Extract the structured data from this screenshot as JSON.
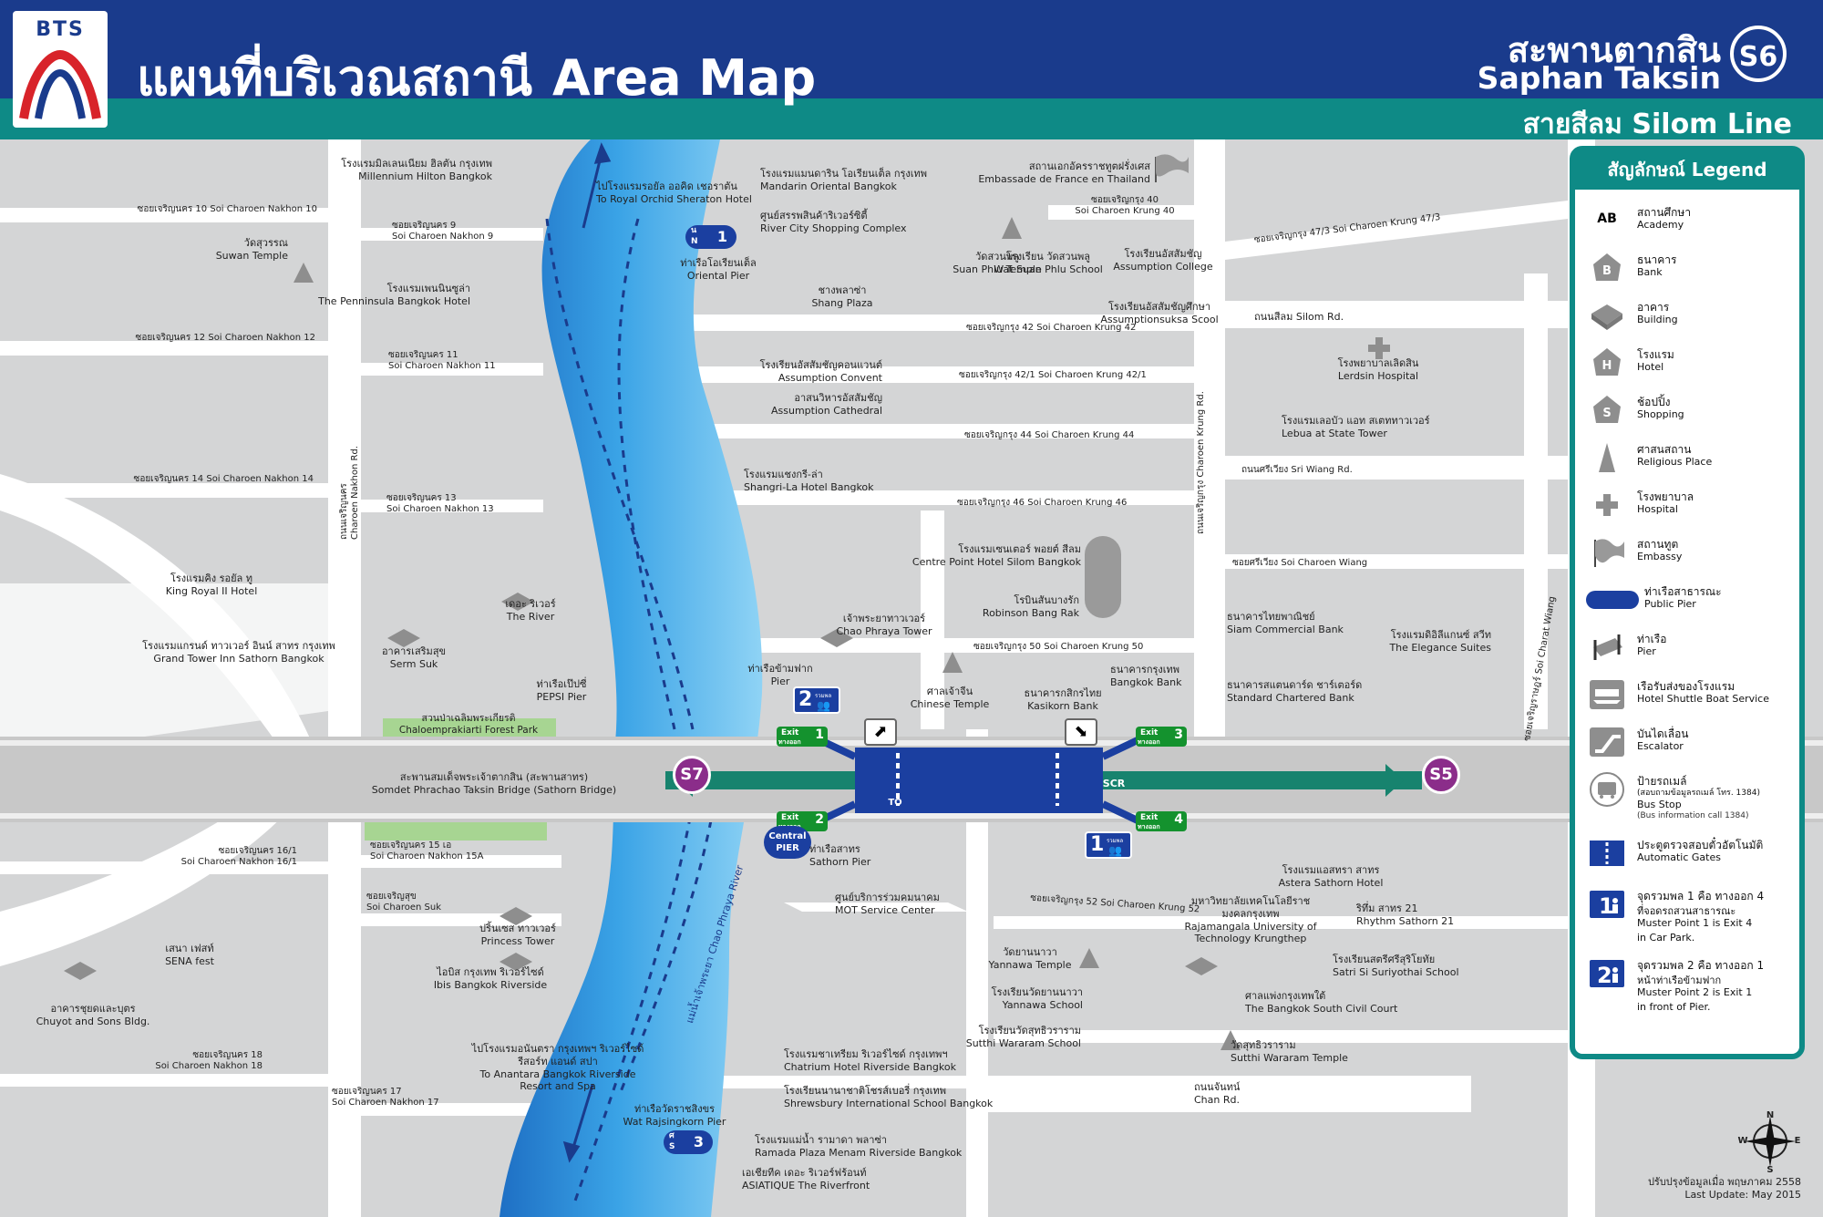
{
  "header": {
    "logo_text": "BTS",
    "title_thai": "แผนที่บริเวณสถานี",
    "title_en": "Area Map",
    "station_thai": "สะพานตากสิน",
    "station_en": "Saphan Taksin",
    "station_code": "S6",
    "line_label": "สายสีลม Silom Line"
  },
  "colors": {
    "header_blue": "#1a3b8c",
    "teal": "#0e8a86",
    "river": "#56b8ea",
    "line_purple": "#8b2d8a",
    "exit_green": "#14922e",
    "park_green": "#a7d592",
    "road": "#ffffff",
    "block": "#d4d5d6"
  },
  "places": [
    {
      "th": "โรงแรมมิลเลนเนียม ฮิลตัน กรุงเทพ",
      "en": "Millennium Hilton Bangkok"
    },
    {
      "th": "ไปโรงแรมรอยัล ออคิด เชอราตัน",
      "en": "To Royal Orchid Sheraton Hotel"
    },
    {
      "th": "โรงแรมแมนดาริน โอเรียนเต็ล กรุงเทพ",
      "en": "Mandarin Oriental Bangkok"
    },
    {
      "th": "ศูนย์สรรพสินค้าริเวอร์ซิตี้",
      "en": "River City Shopping Complex"
    },
    {
      "th": "สถานเอกอัครราชทูตฝรั่งเศส",
      "en": "Embassade de France en Thailand"
    },
    {
      "th": "วัดสุวรรณ",
      "en": "Suwan Temple"
    },
    {
      "th": "ท่าเรือโอเรียนเต็ล",
      "en": "Oriental Pier"
    },
    {
      "th": "ชางพลาซ่า",
      "en": "Shang Plaza"
    },
    {
      "th": "วัดสวนพลู",
      "en": "Suan Phlu Temple"
    },
    {
      "th": "โรงเรียน วัดสวนพลู",
      "en": "Wat Suan Phlu School"
    },
    {
      "th": "โรงเรียนอัสสัมชัญ",
      "en": "Assumption College"
    },
    {
      "th": "โรงเรียนอัสสัมชัญศึกษา",
      "en": "Assumptionsuksa Scool"
    },
    {
      "th": "โรงแรมเพนนินซูล่า",
      "en": "The Penninsula Bangkok Hotel"
    },
    {
      "th": "โรงพยาบาลเลิดสิน",
      "en": "Lerdsin Hospital"
    },
    {
      "th": "โรงเรียนอัสสัมชัญคอนแวนต์",
      "en": "Assumption Convent"
    },
    {
      "th": "อาสนวิหารอัสสัมชัญ",
      "en": "Assumption Cathedral"
    },
    {
      "th": "โรงแรมเลอบัว แอท สเตททาวเวอร์",
      "en": "Lebua at State Tower"
    },
    {
      "th": "โรงแรมแชงกรี-ล่า",
      "en": "Shangri-La Hotel Bangkok"
    },
    {
      "th": "โรงแรมคิง รอยัล ทู",
      "en": "King Royal II Hotel"
    },
    {
      "th": "โรงแรมเซนเตอร์ พอยต์ สีลม",
      "en": "Centre Point Hotel Silom Bangkok"
    },
    {
      "th": "โรบินสันบางรัก",
      "en": "Robinson Bang Rak"
    },
    {
      "th": "โรงแรมแกรนด์ ทาวเวอร์ อินน์ สาทร กรุงเทพ",
      "en": "Grand Tower Inn Sathorn Bangkok"
    },
    {
      "th": "เดอะ ริเวอร์",
      "en": "The River"
    },
    {
      "th": "เจ้าพระยาทาวเวอร์",
      "en": "Chao Phraya Tower"
    },
    {
      "th": "ธนาคารไทยพาณิชย์",
      "en": "Siam Commercial Bank"
    },
    {
      "th": "โรงแรมดิอิลีแกนซ์ สวีท",
      "en": "The Elegance Suites"
    },
    {
      "th": "อาคารเสริมสุข",
      "en": "Serm Suk"
    },
    {
      "th": "ท่าเรือข้ามฟาก",
      "en": "Pier"
    },
    {
      "th": "ศาลเจ้าจีน",
      "en": "Chinese Temple"
    },
    {
      "th": "ธนาคารกสิกรไทย",
      "en": "Kasikorn Bank"
    },
    {
      "th": "ธนาคารกรุงเทพ",
      "en": "Bangkok Bank"
    },
    {
      "th": "ธนาคารสแตนดาร์ด ชาร์เตอร์ด",
      "en": "Standard Chartered Bank"
    },
    {
      "th": "ท่าเรือเป๊ปซี่",
      "en": "PEPSI Pier"
    },
    {
      "th": "ท่าเรือสาทร",
      "en": "Sathorn Pier"
    },
    {
      "th": "ศูนย์บริการร่วมคมนาคม",
      "en": "MOT Service Center"
    },
    {
      "th": "โรงแรมแอสทรา สาทร",
      "en": "Astera Sathorn Hotel"
    },
    {
      "th": "ปริ้นเซส ทาวเวอร์",
      "en": "Princess Tower"
    },
    {
      "th": "อาคารชุยดและบุตร",
      "en": "Chuyot and Sons Bldg."
    },
    {
      "th": "เสนา เฟสท์",
      "en": "SENA fest"
    },
    {
      "th": "ไอบิส กรุงเทพ ริเวอร์ไซด์",
      "en": "Ibis Bangkok Riverside"
    },
    {
      "th": "มหาวิทยาลัยเทคโนโลยีราชมงคลกรุงเทพ",
      "en": "Rajamangala University of Technology Krungthep"
    },
    {
      "th": "ริทึ่ม สาทร 21",
      "en": "Rhythm Sathorn 21"
    },
    {
      "th": "วัดยานนาวา",
      "en": "Yannawa Temple"
    },
    {
      "th": "โรงเรียนวัดยานนาวา",
      "en": "Yannawa School"
    },
    {
      "th": "โรงเรียนวัดสุทธิวราราม",
      "en": "Sutthi Wararam School"
    },
    {
      "th": "โรงเรียนสตรีศรีสุริโยทัย",
      "en": "Satri Si Suriyothai School"
    },
    {
      "th": "ศาลแพ่งกรุงเทพใต้",
      "en": "The Bangkok South Civil Court"
    },
    {
      "th": "วัดสุทธิวราราม",
      "en": "Sutthi Wararam Temple"
    },
    {
      "th": "ไปโรงแรมอนันตรา กรุงเทพฯ ริเวอร์ไซด์ รีสอร์ท แอนด์ สปา",
      "en": "To Anantara Bangkok Riverside Resort and Spa"
    },
    {
      "th": "โรงแรมชาเทรียม ริเวอร์ไซด์ กรุงเทพฯ",
      "en": "Chatrium Hotel Riverside Bangkok"
    },
    {
      "th": "โรงเรียนนานาชาติโชรส์เบอรี่ กรุงเทพ",
      "en": "Shrewsbury International School Bangkok"
    },
    {
      "th": "ท่าเรือวัดราชสิงขร",
      "en": "Wat Rajsingkorn Pier"
    },
    {
      "th": "โรงแรมแม่น้ำ รามาดา พลาซ่า",
      "en": "Ramada Plaza Menam Riverside Bangkok"
    },
    {
      "th": "เอเชียทีค เดอะ ริเวอร์ฟร้อนท์",
      "en": "ASIATIQUE The Riverfront"
    },
    {
      "th": "สวนป่าเฉลิมพระเกียรติ",
      "en": "Chaloemprakiarti Forest Park"
    },
    {
      "th": "สะพานสมเด็จพระเจ้าตากสิน (สะพานสาทร)",
      "en": "Somdet Phrachao Taksin Bridge (Sathorn Bridge)"
    },
    {
      "th": "แม่น้ำเจ้าพระยา",
      "en": "Chao Phraya River"
    }
  ],
  "roads": [
    {
      "th": "ซอยเจริญนคร 10",
      "en": "Soi Charoen Nakhon 10"
    },
    {
      "th": "ซอยเจริญนคร 9",
      "en": "Soi Charoen Nakhon 9"
    },
    {
      "th": "ซอยเจริญนคร 12",
      "en": "Soi Charoen Nakhon 12"
    },
    {
      "th": "ซอยเจริญนคร 11",
      "en": "Soi Charoen Nakhon 11"
    },
    {
      "th": "ซอยเจริญนคร 14",
      "en": "Soi Charoen Nakhon 14"
    },
    {
      "th": "ซอยเจริญนคร 13",
      "en": "Soi Charoen Nakhon 13"
    },
    {
      "th": "ซอยเจริญกรุง 40",
      "en": "Soi Charoen Krung 40"
    },
    {
      "th": "ซอยเจริญกรุง 47/3",
      "en": "Soi Charoen Krung 47/3"
    },
    {
      "th": "ถนนสีลม",
      "en": "Silom Rd."
    },
    {
      "th": "ซอยเจริญกรุง 42",
      "en": "Soi Charoen Krung 42"
    },
    {
      "th": "ซอยเจริญกรุง 42/1",
      "en": "Soi Charoen Krung 42/1"
    },
    {
      "th": "ซอยเจริญกรุง 44",
      "en": "Soi Charoen Krung 44"
    },
    {
      "th": "ถนนศรีเวียง",
      "en": "Sri Wiang Rd."
    },
    {
      "th": "ซอยเจริญกรุง 46",
      "en": "Soi Charoen Krung 46"
    },
    {
      "th": "ซอยศรีเวียง",
      "en": "Soi Charoen Wiang"
    },
    {
      "th": "ซอยเจริญกรุง 50",
      "en": "Soi Charoen Krung 50"
    },
    {
      "th": "ถนนเจริญนคร",
      "en": "Charoen Nakhon Rd."
    },
    {
      "th": "ถนนเจริญกรุง",
      "en": "Charoen Krung Rd."
    },
    {
      "th": "ซอยเจริญราษฎร์",
      "en": "Soi Charat Wiang"
    },
    {
      "th": "ซอยเจริญนคร 16/1",
      "en": "Soi Charoen Nakhon 16/1"
    },
    {
      "th": "ซอยเจริญนคร 15 เอ",
      "en": "Soi Charoen Nakhon 15A"
    },
    {
      "th": "ซอยเจริญสุข",
      "en": "Soi Charoen Suk"
    },
    {
      "th": "ซอยเจริญกรุง 52",
      "en": "Soi Charoen Krung 52"
    },
    {
      "th": "ซอยเจริญนคร 18",
      "en": "Soi Charoen Nakhon 18"
    },
    {
      "th": "ซอยเจริญนคร 17",
      "en": "Soi Charoen Nakhon 17"
    },
    {
      "th": "ถนนจันทน์",
      "en": "Chan Rd."
    }
  ],
  "station": {
    "prev": "S7",
    "next": "S5",
    "exits": [
      {
        "en": "Exit",
        "th": "ทางออก",
        "num": "1"
      },
      {
        "en": "Exit",
        "th": "ทางออก",
        "num": "2"
      },
      {
        "en": "Exit",
        "th": "ทางออก",
        "num": "3"
      },
      {
        "en": "Exit",
        "th": "ทางออก",
        "num": "4"
      }
    ],
    "platform_to": "TO",
    "platform_scr": "SCR",
    "central_pier": "Central PIER",
    "pier_n1": "1",
    "pier_n1_letter": "N",
    "pier_n1_thai": "น",
    "pier_s3": "3",
    "pier_s3_letter": "S",
    "pier_s3_thai": "ศ",
    "muster_1": "1",
    "muster_2": "2",
    "muster_tag": "รวมพล"
  },
  "legend": {
    "title": "สัญลักษณ์  Legend",
    "items": [
      {
        "icon": "book-icon",
        "th": "สถานศึกษา",
        "en": "Academy"
      },
      {
        "icon": "bank-icon",
        "th": "ธนาคาร",
        "en": "Bank"
      },
      {
        "icon": "building-icon",
        "th": "อาคาร",
        "en": "Building"
      },
      {
        "icon": "hotel-icon",
        "th": "โรงแรม",
        "en": "Hotel"
      },
      {
        "icon": "shopping-icon",
        "th": "ช้อปปิ้ง",
        "en": "Shopping"
      },
      {
        "icon": "religious-icon",
        "th": "ศาสนสถาน",
        "en": "Religious Place"
      },
      {
        "icon": "hospital-icon",
        "th": "โรงพยาบาล",
        "en": "Hospital"
      },
      {
        "icon": "embassy-flag-icon",
        "th": "สถานทูต",
        "en": "Embassy"
      },
      {
        "icon": "public-pier-icon",
        "th": "ท่าเรือสาธารณะ",
        "en": "Public Pier"
      },
      {
        "icon": "pier-icon",
        "th": "ท่าเรือ",
        "en": "Pier"
      },
      {
        "icon": "shuttle-boat-icon",
        "th": "เรือรับส่งของโรงแรม",
        "en": "Hotel Shuttle Boat Service"
      },
      {
        "icon": "escalator-icon",
        "th": "บันไดเลื่อน",
        "en": "Escalator"
      },
      {
        "icon": "bus-stop-icon",
        "th": "ป้ายรถเมล์",
        "en": "Bus Stop",
        "sub_th": "(สอบถามข้อมูลรถเมล์ โทร. 1384)",
        "sub_en": "(Bus information call 1384)"
      },
      {
        "icon": "automatic-gate-icon",
        "th": "ประตูตรวจสอบตั๋วอัตโนมัติ",
        "en": "Automatic Gates"
      },
      {
        "icon": "muster-1-icon",
        "th": "จุดรวมพล 1 คือ ทางออก 4",
        "en": "ที่จอดรถสวนสาธารณะ",
        "en2": "Muster Point 1 is Exit 4",
        "en3": "in Car Park."
      },
      {
        "icon": "muster-2-icon",
        "th": "จุดรวมพล 2 คือ ทางออก 1",
        "en": "หน้าท่าเรือข้ามฟาก",
        "en2": "Muster Point 2 is Exit 1",
        "en3": "in front of Pier."
      }
    ]
  },
  "compass": {
    "n": "N",
    "s": "S",
    "e": "E",
    "w": "W"
  },
  "update": {
    "th": "ปรับปรุงข้อมูลเมื่อ พฤษภาคม 2558",
    "en": "Last Update: May 2015"
  }
}
